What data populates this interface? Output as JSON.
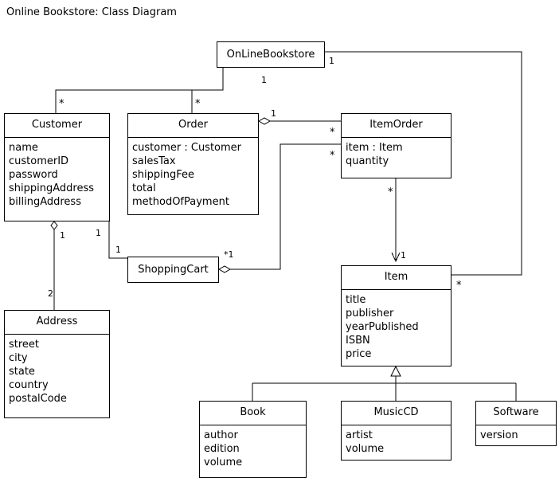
{
  "diagram": {
    "title": "Online Bookstore: Class Diagram",
    "type": "uml-class-diagram"
  },
  "classes": {
    "onlinebookstore": {
      "name": "OnLineBookstore",
      "attributes": []
    },
    "customer": {
      "name": "Customer",
      "attributes": [
        "name",
        "customerID",
        "password",
        "shippingAddress",
        "billingAddress"
      ]
    },
    "order": {
      "name": "Order",
      "attributes": [
        "customer : Customer",
        "salesTax",
        "shippingFee",
        "total",
        "methodOfPayment"
      ]
    },
    "itemorder": {
      "name": "ItemOrder",
      "attributes": [
        "item : Item",
        "quantity"
      ]
    },
    "shoppingcart": {
      "name": "ShoppingCart",
      "attributes": []
    },
    "address": {
      "name": "Address",
      "attributes": [
        "street",
        "city",
        "state",
        "country",
        "postalCode"
      ]
    },
    "item": {
      "name": "Item",
      "attributes": [
        "title",
        "publisher",
        "yearPublished",
        "ISBN",
        "price"
      ]
    },
    "book": {
      "name": "Book",
      "attributes": [
        "author",
        "edition",
        "volume"
      ]
    },
    "musiccd": {
      "name": "MusicCD",
      "attributes": [
        "artist",
        "volume"
      ]
    },
    "software": {
      "name": "Software",
      "attributes": [
        "version"
      ]
    }
  },
  "multiplicities": {
    "bookstore_to_order_branch": "1",
    "bookstore_to_item": "1",
    "customer_branch": "*",
    "order_branch": "*",
    "order_to_itemorder_end": "1",
    "itemorder_to_order_end": "*",
    "itemorder_to_cart_end": "*",
    "itemorder_to_item_source": "*",
    "item_from_itemorder_end": "1",
    "customer_to_address_top": "1",
    "customer_to_cart_corner": "1",
    "cart_line_label": "1",
    "cart_diamond_label": "*1",
    "address_end": "2",
    "item_right_end": "*"
  },
  "colors": {
    "background": "#ffffff",
    "stroke": "#000000",
    "text": "#000000"
  }
}
